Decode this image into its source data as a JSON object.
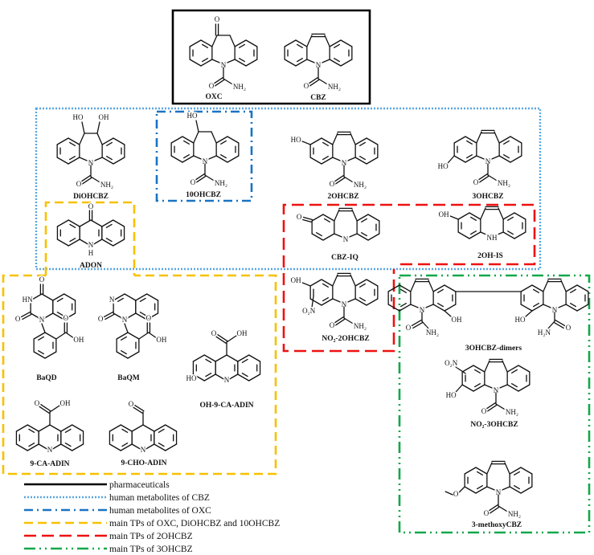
{
  "colors": {
    "pharmaceuticals": "#000000",
    "cbz_metabolites": "#5aa6e0",
    "oxc_metabolites": "#1a73c4",
    "tps_oxc": "#f7c100",
    "tps_2ohcbz": "#ee1111",
    "tps_3ohcbz": "#12a84a"
  },
  "molecules": {
    "oxc": {
      "label": "OXC",
      "atoms": [
        "O",
        "N",
        "O",
        "NH₂"
      ]
    },
    "cbz": {
      "label": "CBZ",
      "atoms": [
        "N",
        "O",
        "NH₂"
      ]
    },
    "diohcbz": {
      "label": "DiOHCBZ",
      "atoms": [
        "HO",
        "OH",
        "N",
        "O",
        "NH₂"
      ]
    },
    "ohcbz10": {
      "label": "10OHCBZ",
      "atoms": [
        "HO",
        "N",
        "O",
        "NH₂"
      ]
    },
    "ohcbz2": {
      "label": "2OHCBZ",
      "atoms": [
        "HO",
        "N",
        "O",
        "NH₂"
      ]
    },
    "ohcbz3": {
      "label": "3OHCBZ",
      "atoms": [
        "HO",
        "N",
        "O",
        "NH₂"
      ]
    },
    "adon": {
      "label": "ADON",
      "atoms": [
        "O",
        "N",
        "H"
      ]
    },
    "cbz_iq": {
      "label": "CBZ-IQ",
      "atoms": [
        "O",
        "N"
      ]
    },
    "oh_is2": {
      "label": "2OH-IS",
      "atoms": [
        "OH",
        "NH"
      ]
    },
    "no2_2ohcbz": {
      "label": "NO₂-2OHCBZ",
      "atoms": [
        "OH",
        "O₂N",
        "N",
        "O",
        "NH₂"
      ]
    },
    "baqd": {
      "label": "BaQD",
      "atoms": [
        "O",
        "HN",
        "O",
        "N",
        "O",
        "OH"
      ]
    },
    "baqm": {
      "label": "BaQM",
      "atoms": [
        "N",
        "O",
        "N",
        "O",
        "OH"
      ]
    },
    "oh_9_ca_adin": {
      "label": "OH-9-CA-ADIN",
      "atoms": [
        "O",
        "OH",
        "N",
        "HO"
      ]
    },
    "ca_adin9": {
      "label": "9-CA-ADIN",
      "atoms": [
        "O",
        "OH",
        "N"
      ]
    },
    "cho_adin9": {
      "label": "9-CHO-ADIN",
      "atoms": [
        "O",
        "N"
      ]
    },
    "dimers": {
      "label": "3OHCBZ-dimers",
      "atoms": [
        "N",
        "O",
        "NH₂",
        "OH",
        "N",
        "O",
        "H₂N",
        "HO"
      ]
    },
    "no2_3ohcbz": {
      "label": "NO₂-3OHCBZ",
      "atoms": [
        "O₂N",
        "HO",
        "N",
        "O",
        "NH₂"
      ]
    },
    "methoxycbz": {
      "label": "3-methoxyCBZ",
      "atoms": [
        "O",
        "N",
        "O",
        "NH₂"
      ]
    }
  },
  "legend": [
    {
      "key": "pharmaceuticals",
      "label": "pharmaceuticals"
    },
    {
      "key": "cbz_metabolites",
      "label": "human metabolites of CBZ"
    },
    {
      "key": "oxc_metabolites",
      "label": "human metabolites of OXC"
    },
    {
      "key": "tps_oxc",
      "label": "main TPs of OXC, DiOHCBZ and 10OHCBZ"
    },
    {
      "key": "tps_2ohcbz",
      "label": "main TPs of 2OHCBZ"
    },
    {
      "key": "tps_3ohcbz",
      "label": "main TPs of 3OHCBZ"
    }
  ]
}
